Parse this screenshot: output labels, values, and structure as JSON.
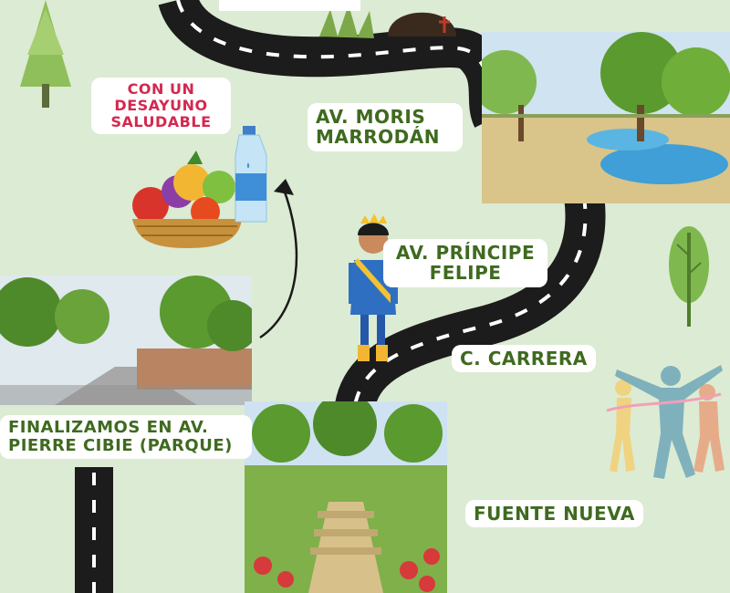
{
  "route_labels": {
    "moris_marrodan": "AV. MORIS MARRODÁN",
    "principe_felipe": "AV. PRÍNCIPE FELIPE",
    "carrera": "C. CARRERA",
    "fuente_nueva": "FUENTE NUEVA",
    "finish": "FINALIZAMOS EN AV. PIERRE CIBIE (PARQUE)"
  },
  "breakfast_note": "CON UN DESAYUNO SALUDABLE",
  "colors": {
    "background": "#dcebd3",
    "road": "#1c1c1c",
    "label_text_green": "#3f6a1f",
    "label_text_red": "#d4284f"
  }
}
